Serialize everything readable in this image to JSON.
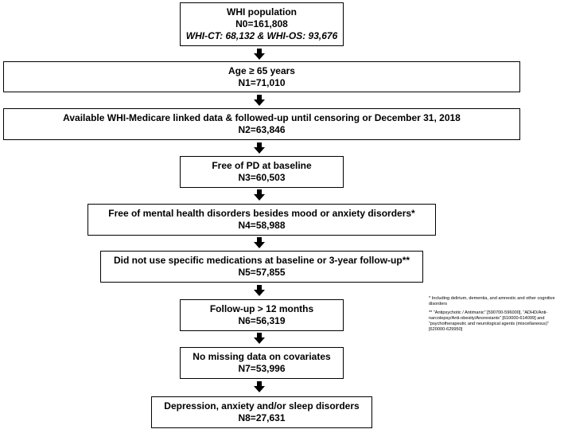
{
  "boxes": [
    {
      "line1": "WHI population",
      "line2": "N0=161,808",
      "line3": "WHI-CT: 68,132 & WHI-OS: 93,676"
    },
    {
      "line1": "Age ≥ 65 years",
      "line2": "N1=71,010"
    },
    {
      "line1": "Available WHI-Medicare linked data & followed-up until censoring or December 31, 2018",
      "line2": "N2=63,846"
    },
    {
      "line1": "Free of PD at baseline",
      "line2": "N3=60,503"
    },
    {
      "line1": "Free of mental health disorders besides mood or anxiety disorders*",
      "line2": "N4=58,988"
    },
    {
      "line1": "Did not use specific medications at baseline or 3-year follow-up**",
      "line2": "N5=57,855"
    },
    {
      "line1": "Follow-up > 12 months",
      "line2": "N6=56,319"
    },
    {
      "line1": "No missing data on covariates",
      "line2": "N7=53,996"
    },
    {
      "line1": "Depression, anxiety and/or sleep disorders",
      "line2": "N8=27,631"
    }
  ],
  "footnotes": {
    "note1": "* Including delirium, dementia, and amnestic and other cognitive disorders",
    "note2": "** “Antipsychotic / Antimanic” [590700-596000], “ADHD/Anti-narcolepsy/Anti-obesity/Anorexiants” [610000-614099] and “psychotherapeutic and neurological agents (miscellaneous)” [620000-629950]"
  }
}
